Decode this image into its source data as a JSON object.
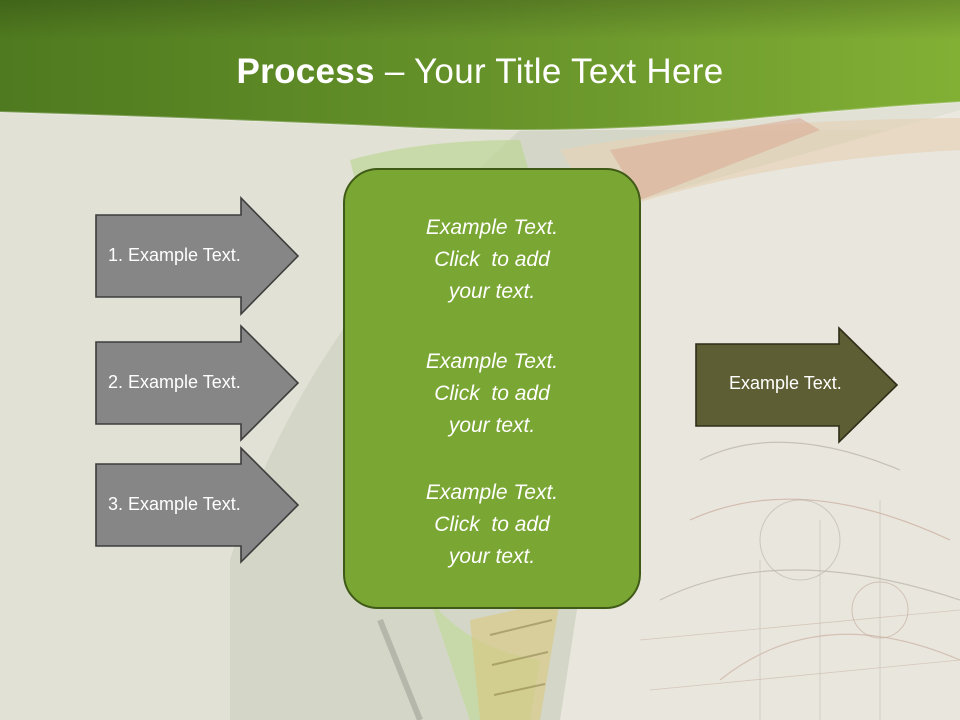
{
  "title": {
    "bold": "Process",
    "dash": " – ",
    "rest": "Your Title Text Here"
  },
  "left_arrows": [
    {
      "label": "1. Example Text."
    },
    {
      "label": "2. Example Text."
    },
    {
      "label": "3. Example Text."
    }
  ],
  "center_box": {
    "blocks": [
      {
        "lines": [
          "Example Text.",
          "Click  to add",
          "your text."
        ]
      },
      {
        "lines": [
          "Example Text.",
          "Click  to add",
          "your text."
        ]
      },
      {
        "lines": [
          "Example Text.",
          "Click  to add",
          "your text."
        ]
      }
    ]
  },
  "right_arrow": {
    "label": "Example Text."
  },
  "colors": {
    "header_green": "#6e9a2a",
    "box_green": "#7aa633",
    "gray_arrow": "#868686",
    "olive_arrow": "#5d5e34"
  }
}
